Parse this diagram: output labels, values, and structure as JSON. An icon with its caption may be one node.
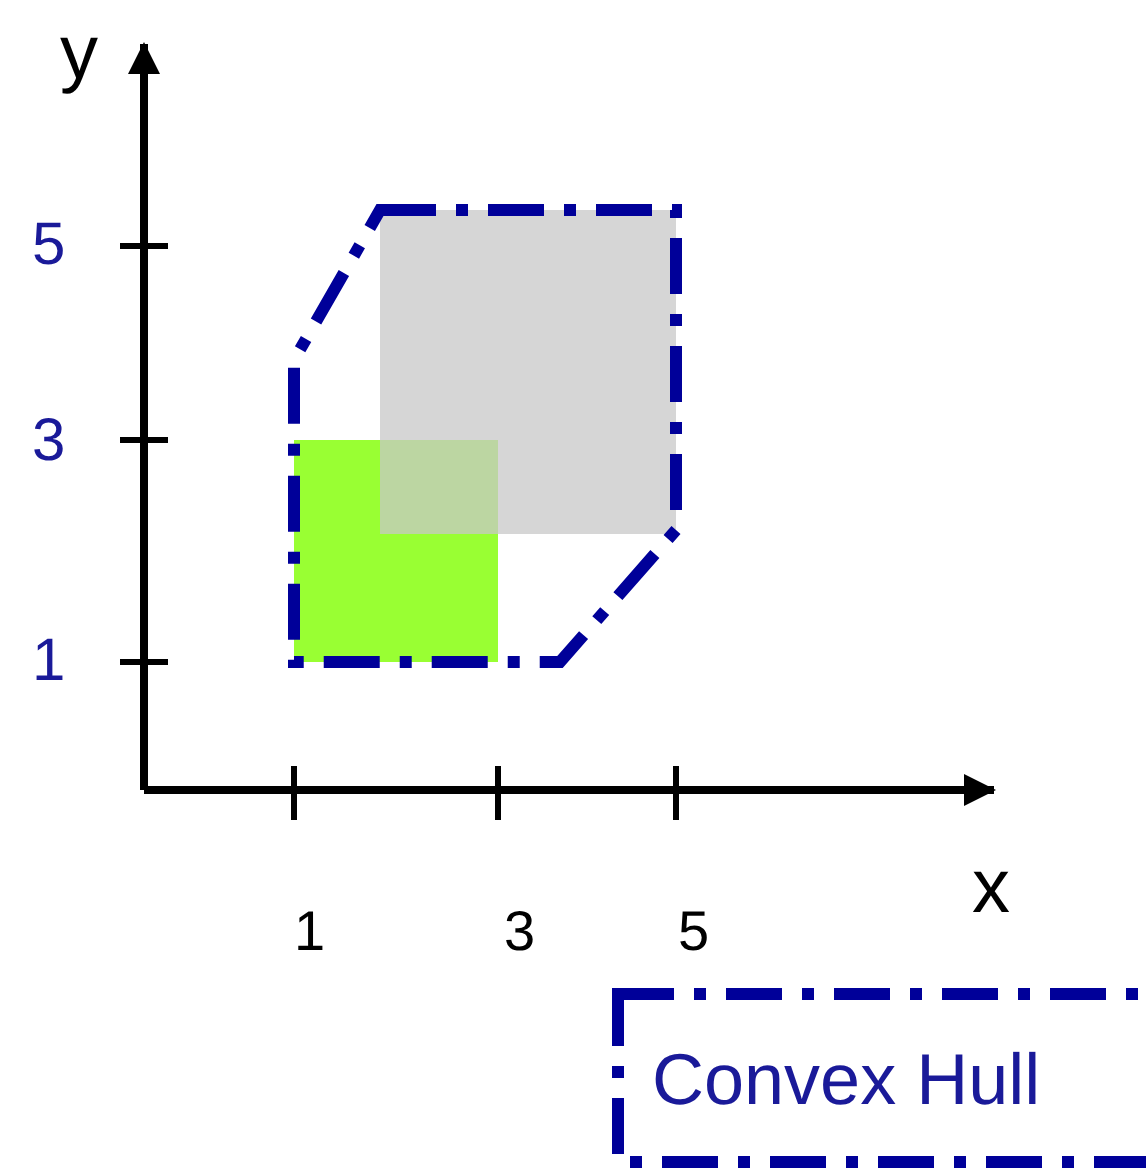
{
  "diagram": {
    "labels": [
      "y",
      "5",
      "3",
      "1",
      "x",
      "1",
      "3",
      "5"
    ],
    "legend": [
      {
        "text": "Convex Hull"
      }
    ]
  }
}
